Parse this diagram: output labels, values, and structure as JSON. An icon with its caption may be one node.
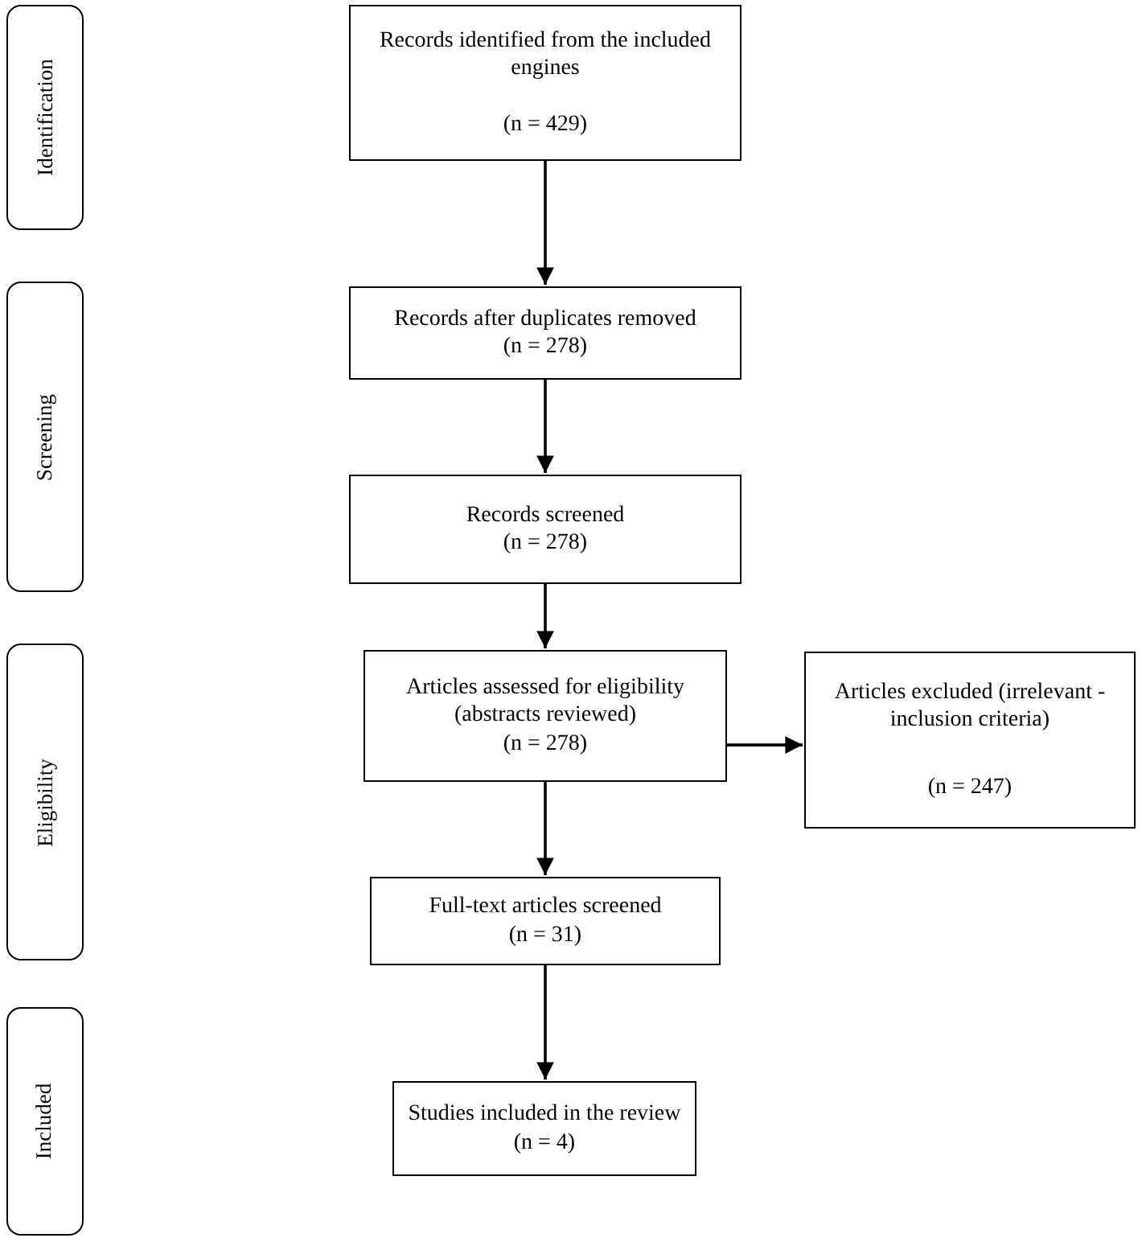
{
  "diagram": {
    "nodes": [
      {
        "text": [
          "Identification"
        ]
      },
      {
        "text": [
          "Records identified from the included engines",
          "(n = 429)"
        ]
      },
      {
        "text": [
          "Screening"
        ]
      },
      {
        "text": [
          "Records after duplicates removed",
          "(n = 278)"
        ]
      },
      {
        "text": [
          "Records screened",
          "(n = 278)"
        ]
      },
      {
        "text": [
          "Eligibility"
        ]
      },
      {
        "text": [
          "Articles assessed for eligibility (abstracts reviewed)",
          "(n = 278)"
        ]
      },
      {
        "text": [
          "Articles excluded (irrelevant - inclusion criteria)",
          "(n = 247)"
        ]
      },
      {
        "text": [
          "Full-text articles screened",
          "(n = 31)"
        ]
      },
      {
        "text": [
          "Included"
        ]
      },
      {
        "text": [
          "Studies included in the review",
          "(n = 4)"
        ]
      }
    ],
    "edges": [
      {
        "from": 1,
        "to": 3,
        "arrow": "to"
      },
      {
        "from": 3,
        "to": 4,
        "arrow": "to"
      },
      {
        "from": 4,
        "to": 6,
        "arrow": "to"
      },
      {
        "from": 6,
        "to": 7,
        "arrow": "to"
      },
      {
        "from": 6,
        "to": 8,
        "arrow": "to"
      },
      {
        "from": 8,
        "to": 10,
        "arrow": "to"
      }
    ]
  }
}
